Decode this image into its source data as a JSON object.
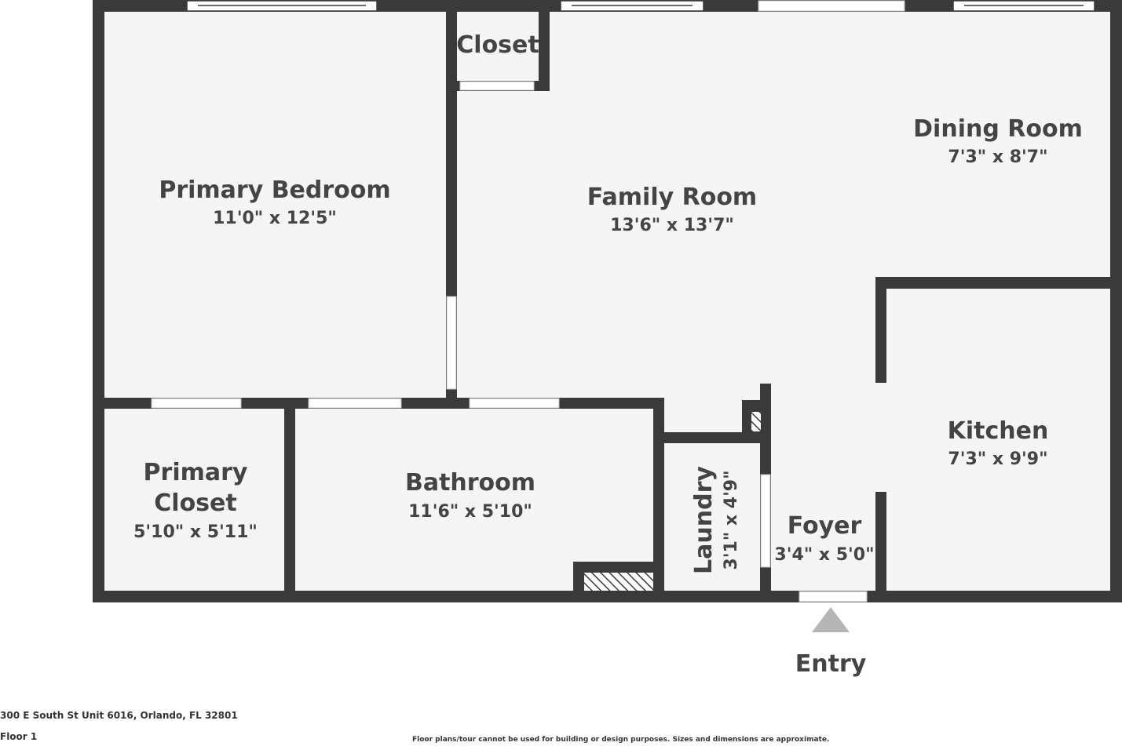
{
  "rooms": {
    "primary_bedroom": {
      "name": "Primary Bedroom",
      "dims": "11'0\" x 12'5\""
    },
    "closet": {
      "name": "Closet"
    },
    "family_room": {
      "name": "Family Room",
      "dims": "13'6\" x 13'7\""
    },
    "dining_room": {
      "name": "Dining Room",
      "dims": "7'3\" x 8'7\""
    },
    "kitchen": {
      "name": "Kitchen",
      "dims": "7'3\" x 9'9\""
    },
    "primary_closet": {
      "name_line1": "Primary",
      "name_line2": "Closet",
      "dims": "5'10\" x 5'11\""
    },
    "bathroom": {
      "name": "Bathroom",
      "dims": "11'6\" x 5'10\""
    },
    "laundry": {
      "name": "Laundry",
      "dims": "3'1\" x 4'9\""
    },
    "foyer": {
      "name": "Foyer",
      "dims": "3'4\" x 5'0\""
    }
  },
  "entry": {
    "label": "Entry"
  },
  "footer": {
    "address": "300 E South St Unit 6016, Orlando, FL 32801",
    "floor": "Floor 1",
    "disclaimer": "Floor plans/tour cannot be used for building or design purposes. Sizes and dimensions are approximate."
  },
  "colors": {
    "wall": "#3a3a3a",
    "floor": "#f5f5f5",
    "entry_arrow": "#b5b5b5",
    "text": "#444444"
  }
}
